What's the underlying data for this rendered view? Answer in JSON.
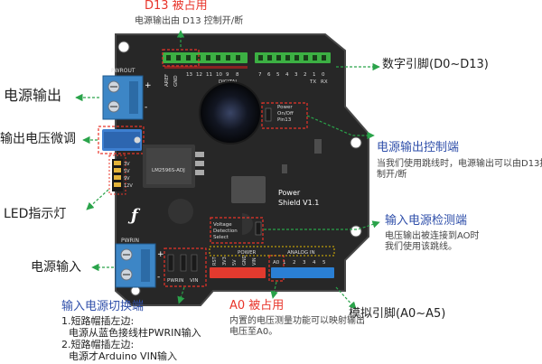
{
  "board": {
    "model": "Power\nShield V1.1",
    "chip": "LM2596S-ADJ",
    "pwrout": "PWROUT",
    "pwrin": "PWRIN",
    "plus": "+",
    "minus": "-",
    "digital": "DIGITAL",
    "tx": "TX",
    "rx": "RX",
    "aref": "AREF",
    "gnd": "GND",
    "pin_numbers": [
      "13",
      "12",
      "11",
      "10",
      "9",
      "8",
      "7",
      "6",
      "5",
      "4",
      "3",
      "2",
      "1",
      "0"
    ],
    "power_switch": "Power\nOn/Off\nPin13",
    "voltage_switch": "Voltage\nDetection\nSelect",
    "power_header": "POWER",
    "power_pins": [
      "RST",
      "3V3",
      "5V",
      "GND",
      "VIN"
    ],
    "analog_header": "ANALOG IN",
    "analog_pins": [
      "A0",
      "1",
      "2",
      "3",
      "4",
      "5"
    ],
    "jumper_labels": [
      "PWRIN",
      "VIN"
    ],
    "led_labels": [
      "3V",
      "5V",
      "9V",
      "12V"
    ]
  },
  "callouts": {
    "d13_title": "D13 被占用",
    "d13_desc": "电源输出由 D13 控制开/断",
    "digital_pins": "数字引脚(D0~D13)",
    "power_output": "电源输出",
    "voltage_adjust": "输出电压微调",
    "power_control_title": "电源输出控制端",
    "power_control_desc": "当我们使用跳线时，电源输出可以由D13控\n制开/断",
    "led_indicator": "LED指示灯",
    "input_detect_title": "输入电源检测端",
    "input_detect_desc": "电压输出被连接到AO时\n我们使用该跳线。",
    "power_input": "电源输入",
    "analog_pins": "模拟引脚(A0~A5)",
    "a0_title": "A0 被占用",
    "a0_desc": "内置的电压测量功能可以映射输出\n电压至A0。",
    "input_switch_title": "输入电源切换端",
    "input_switch_line1": "1.短路帽插左边:",
    "input_switch_line2": "电源从蓝色接线柱PWRIN输入",
    "input_switch_line3": "2.短路帽插左边:",
    "input_switch_line4": "电源才Arduino VIN输入"
  },
  "colors": {
    "board": "#272727",
    "board_edge": "#3b3b3b",
    "red_label": "#e8342a",
    "blue_label": "#2f4faa",
    "green_arrow": "#2aa34a",
    "terminal_blue": "#3d86c6",
    "header_green": "#3cb043",
    "header_red": "#e23a2e",
    "header_blue": "#2a7fd4",
    "header_yellow": "#e0b800"
  }
}
